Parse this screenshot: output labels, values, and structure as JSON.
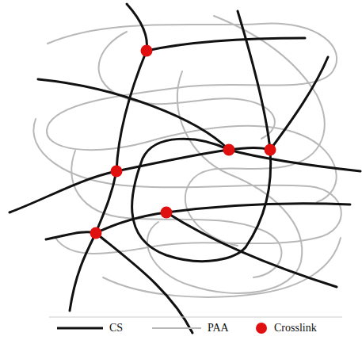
{
  "diagram": {
    "legend": [
      {
        "text": "CS"
      },
      {
        "text": "PAA"
      },
      {
        "text": "Crosslink"
      }
    ]
  }
}
